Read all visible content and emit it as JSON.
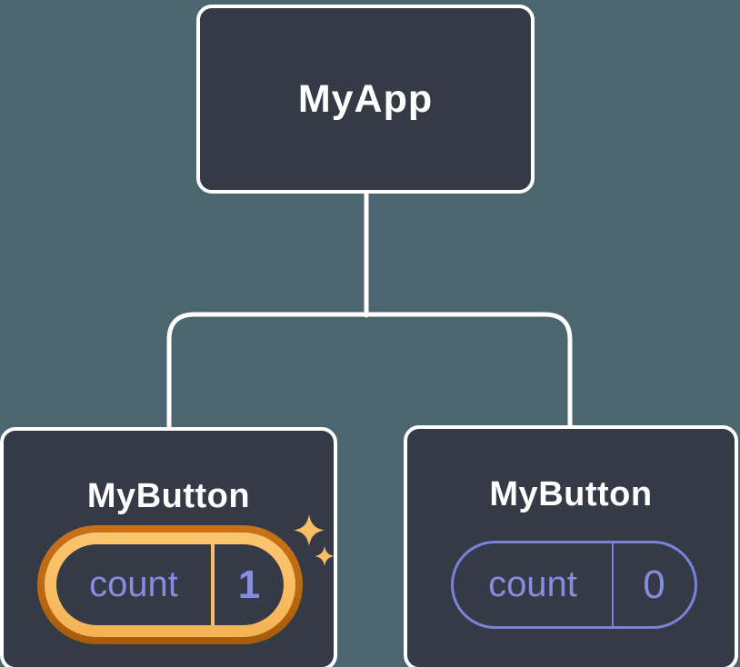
{
  "colors": {
    "background": "#4C6670",
    "node_fill": "#343A46",
    "node_border": "#FFFFFF",
    "connector": "#FFFFFF",
    "state_text": "#878CE0",
    "state_border": "#7C82DB",
    "highlight_light": "#F9BD63",
    "highlight_dark": "#A55C0A"
  },
  "tree": {
    "root": {
      "label": "MyApp"
    },
    "children": [
      {
        "label": "MyButton",
        "state": {
          "key": "count",
          "value": "1"
        },
        "highlighted": true,
        "icon": "sparkles-icon"
      },
      {
        "label": "MyButton",
        "state": {
          "key": "count",
          "value": "0"
        },
        "highlighted": false
      }
    ]
  }
}
